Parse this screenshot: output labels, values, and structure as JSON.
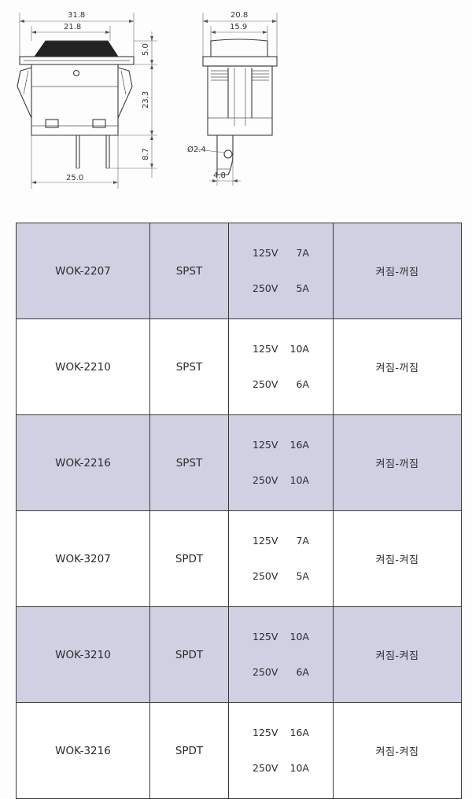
{
  "dimensions": {
    "front": {
      "overall_width": "31.8",
      "rocker_width": "21.8",
      "rocker_height": "5.0",
      "body_height": "23.3",
      "terminal_length": "8.7",
      "base_width": "25.0"
    },
    "side": {
      "overall_width": "20.8",
      "top_width": "15.9",
      "hole_diameter": "Ø2.4",
      "terminal_width": "4.8"
    }
  },
  "table": {
    "rows": [
      {
        "model": "WOK-2207",
        "type": "SPST",
        "rating1_v": "125V",
        "rating1_a": "7A",
        "rating2_v": "250V",
        "rating2_a": "5A",
        "function": "켜짐-꺼짐",
        "shaded": true
      },
      {
        "model": "WOK-2210",
        "type": "SPST",
        "rating1_v": "125V",
        "rating1_a": "10A",
        "rating2_v": "250V",
        "rating2_a": "6A",
        "function": "켜짐-꺼짐",
        "shaded": false
      },
      {
        "model": "WOK-2216",
        "type": "SPST",
        "rating1_v": "125V",
        "rating1_a": "16A",
        "rating2_v": "250V",
        "rating2_a": "10A",
        "function": "켜짐-꺼짐",
        "shaded": true
      },
      {
        "model": "WOK-3207",
        "type": "SPDT",
        "rating1_v": "125V",
        "rating1_a": "7A",
        "rating2_v": "250V",
        "rating2_a": "5A",
        "function": "켜짐-켜짐",
        "shaded": false
      },
      {
        "model": "WOK-3210",
        "type": "SPDT",
        "rating1_v": "125V",
        "rating1_a": "10A",
        "rating2_v": "250V",
        "rating2_a": "6A",
        "function": "켜짐-켜짐",
        "shaded": true
      },
      {
        "model": "WOK-3216",
        "type": "SPDT",
        "rating1_v": "125V",
        "rating1_a": "16A",
        "rating2_v": "250V",
        "rating2_a": "10A",
        "function": "켜짐-켜짐",
        "shaded": false
      }
    ]
  }
}
